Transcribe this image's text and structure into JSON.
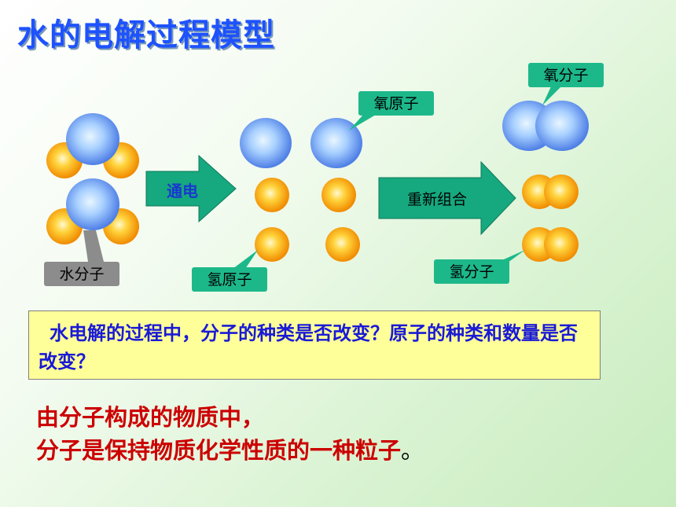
{
  "title": "水的电解过程模型",
  "labels": {
    "water_molecule": "水分子",
    "hydrogen_atom": "氢原子",
    "oxygen_atom": "氧原子",
    "oxygen_molecule": "氧分子",
    "hydrogen_molecule": "氢分子"
  },
  "arrows": {
    "electrolysis": "通电",
    "recombine": "重新组合"
  },
  "question": "水电解的过程中，分子的种类是否改变？原子的种类和数量是否改变？",
  "conclusion": {
    "line1": "由分子构成的物质中，",
    "line2": "分子是保持物质化学性质的一种粒子",
    "line2_end": "。"
  },
  "colors": {
    "title": "#1e52ff",
    "oxygen": "#6a9df5",
    "hydrogen": "#ffb000",
    "arrow": "#16a87e",
    "label_green": "#1db88a",
    "label_gray": "#8c8c8c",
    "question_bg": "#ffff99",
    "question_text": "#1a1ad6",
    "conclusion_text": "#cc0000"
  }
}
